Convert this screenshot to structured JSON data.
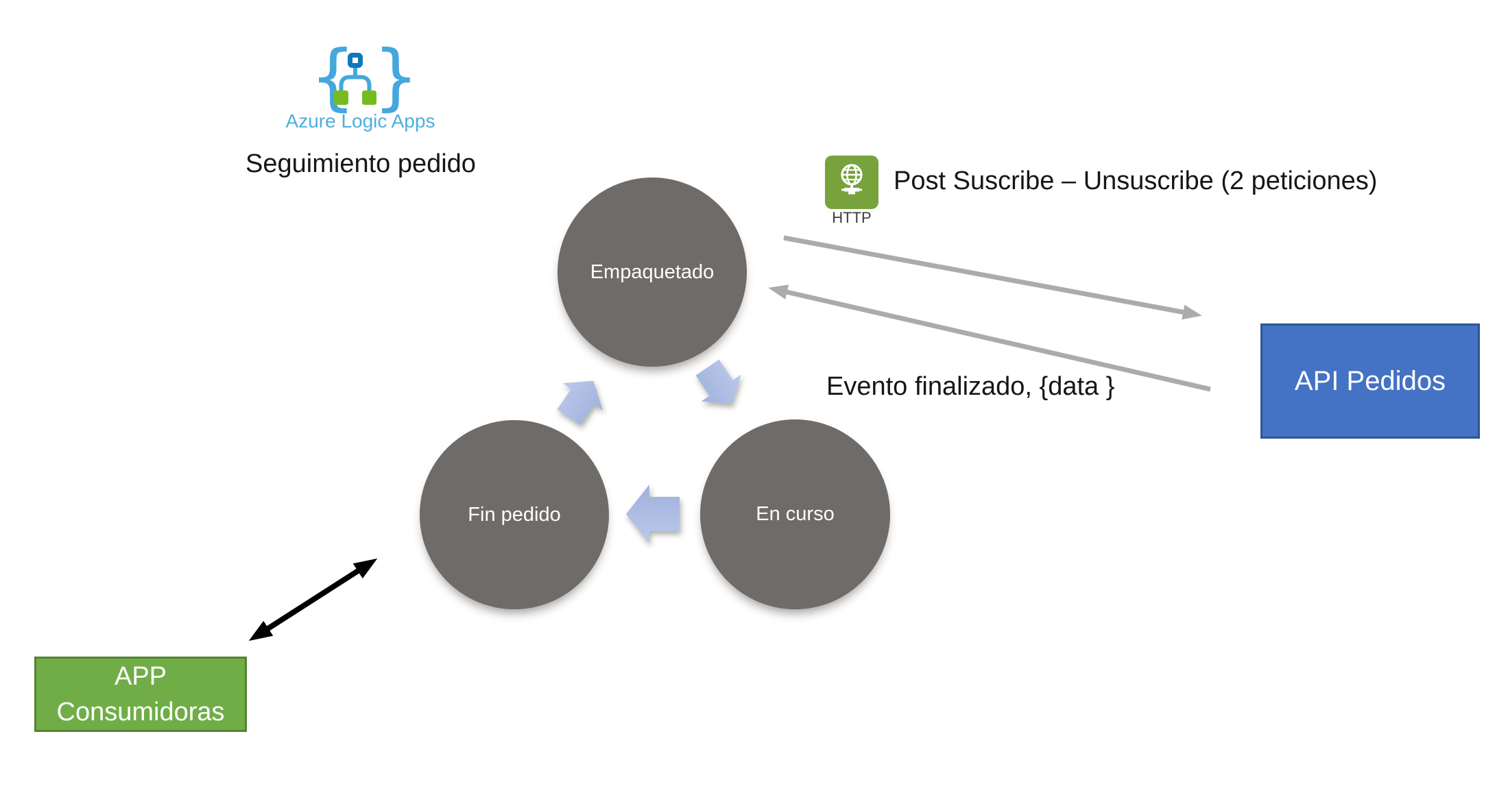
{
  "diagram": {
    "logo": {
      "label": "Azure Logic Apps"
    },
    "title": "Seguimiento pedido",
    "cycle": {
      "nodes": [
        {
          "id": "empaquetado",
          "label": "Empaquetado"
        },
        {
          "id": "en-curso",
          "label": "En curso"
        },
        {
          "id": "fin-pedido",
          "label": "Fin pedido"
        }
      ]
    },
    "http": {
      "label": "HTTP"
    },
    "annotations": {
      "post_suscribe": "Post Suscribe – Unsuscribe (2 peticiones)",
      "evento_finalizado": "Evento finalizado, {data }"
    },
    "boxes": {
      "api": {
        "label": "API Pedidos"
      },
      "app": {
        "label_line1": "APP",
        "label_line2": "Consumidoras"
      }
    },
    "colors": {
      "node_gray": "#6E6B68",
      "cycle_arrow_blue": "#A9BBE2",
      "api_blue": "#4472C4",
      "api_border": "#2F5597",
      "app_green": "#70AD47",
      "app_border": "#548235",
      "http_green": "#77A23C",
      "logo_light_blue": "#45A7DC",
      "logo_dark_blue": "#1176BC",
      "logo_green": "#76BC21",
      "connector_gray": "#ABABAB",
      "arrow_black": "#000000"
    }
  }
}
